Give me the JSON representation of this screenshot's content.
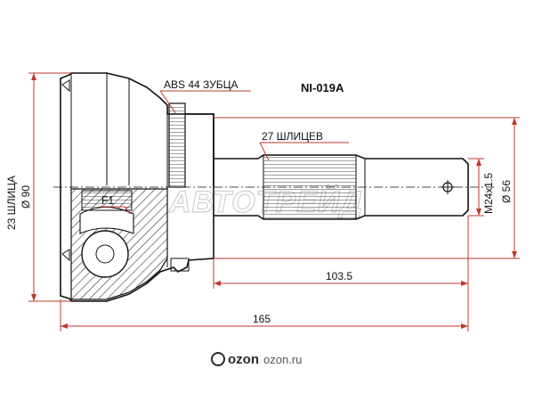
{
  "part_number": "NI-019A",
  "labels": {
    "abs": "ABS 44 ЗУБЦА",
    "inner_splines": "27 ШЛИЦЕВ",
    "outer_splines": "23 ШЛИЦА",
    "diameter_90": "Ø 90",
    "diameter_56": "Ø 56",
    "thread": "M24x1.5",
    "f1": "F1",
    "len_103_5": "103.5",
    "len_165": "165"
  },
  "watermark": "АВТОТРЕЙД",
  "footer": {
    "site": "ozon.ru",
    "logo": "ozon"
  },
  "colors": {
    "dimension": "#c0392b",
    "outline": "#111111",
    "watermark": "#d0d0d0"
  }
}
